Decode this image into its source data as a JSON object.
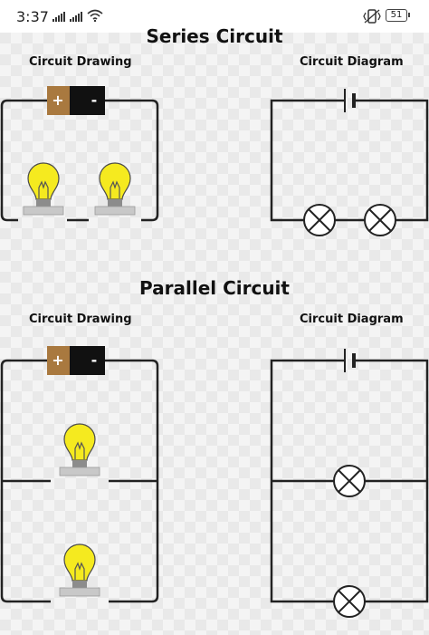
{
  "status_bar": {
    "time": "3:37",
    "battery": "51"
  },
  "series": {
    "title": "Series Circuit",
    "drawing_label": "Circuit Drawing",
    "diagram_label": "Circuit Diagram",
    "battery_plus": "+",
    "battery_minus": "-"
  },
  "parallel": {
    "title": "Parallel Circuit",
    "drawing_label": "Circuit Drawing",
    "diagram_label": "Circuit Diagram",
    "battery_plus": "+",
    "battery_minus": "-"
  },
  "colors": {
    "wire": "#222222",
    "battery_positive": "#a9793f",
    "battery_negative": "#111111",
    "bulb_glass": "#f5ea1f",
    "bulb_base": "#c8c8c8"
  }
}
